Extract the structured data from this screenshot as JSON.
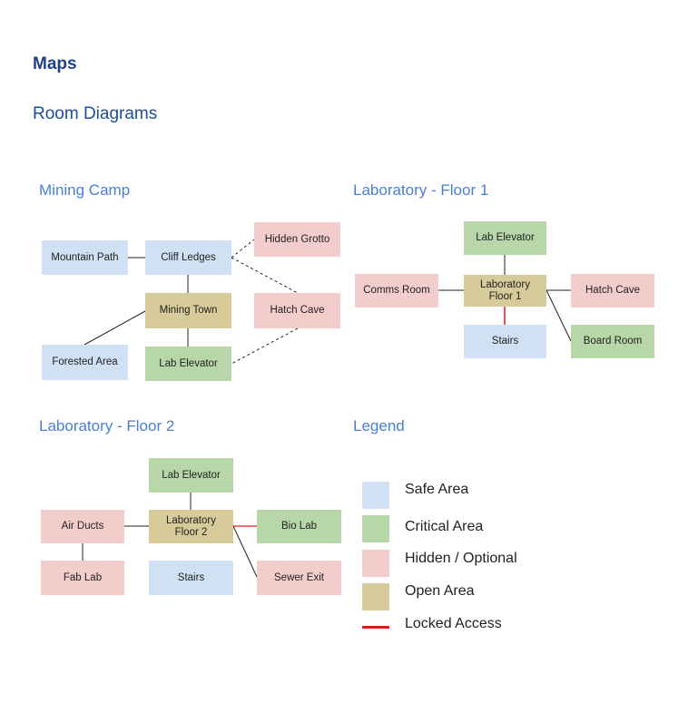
{
  "page": {
    "title": "Maps",
    "subtitle": "Room Diagrams"
  },
  "colors": {
    "safe": "#cfe1f3",
    "critical": "#b7d7a8",
    "hidden": "#f3cccc",
    "open": "#d6cb99",
    "locked": "#e01b1b"
  },
  "mining_camp": {
    "title": "Mining Camp",
    "rooms": {
      "mountain_path": "Mountain Path",
      "cliff_ledges": "Cliff Ledges",
      "hidden_grotto": "Hidden Grotto",
      "mining_town": "Mining Town",
      "hatch_cave": "Hatch Cave",
      "forested_area": "Forested Area",
      "lab_elevator": "Lab Elevator"
    }
  },
  "lab_floor1": {
    "title": "Laboratory - Floor 1",
    "rooms": {
      "lab_elevator": "Lab Elevator",
      "comms_room": "Comms Room",
      "laboratory_floor1": "Laboratory Floor 1",
      "hatch_cave": "Hatch Cave",
      "stairs": "Stairs",
      "board_room": "Board Room"
    }
  },
  "lab_floor2": {
    "title": "Laboratory - Floor 2",
    "rooms": {
      "lab_elevator": "Lab Elevator",
      "air_ducts": "Air Ducts",
      "laboratory_floor2": "Laboratory Floor 2",
      "bio_lab": "Bio Lab",
      "fab_lab": "Fab Lab",
      "stairs": "Stairs",
      "sewer_exit": "Sewer Exit"
    }
  },
  "legend": {
    "title": "Legend",
    "items": {
      "safe": "Safe Area",
      "critical": "Critical Area",
      "hidden": "Hidden / Optional",
      "open": "Open Area",
      "locked": "Locked Access"
    }
  }
}
